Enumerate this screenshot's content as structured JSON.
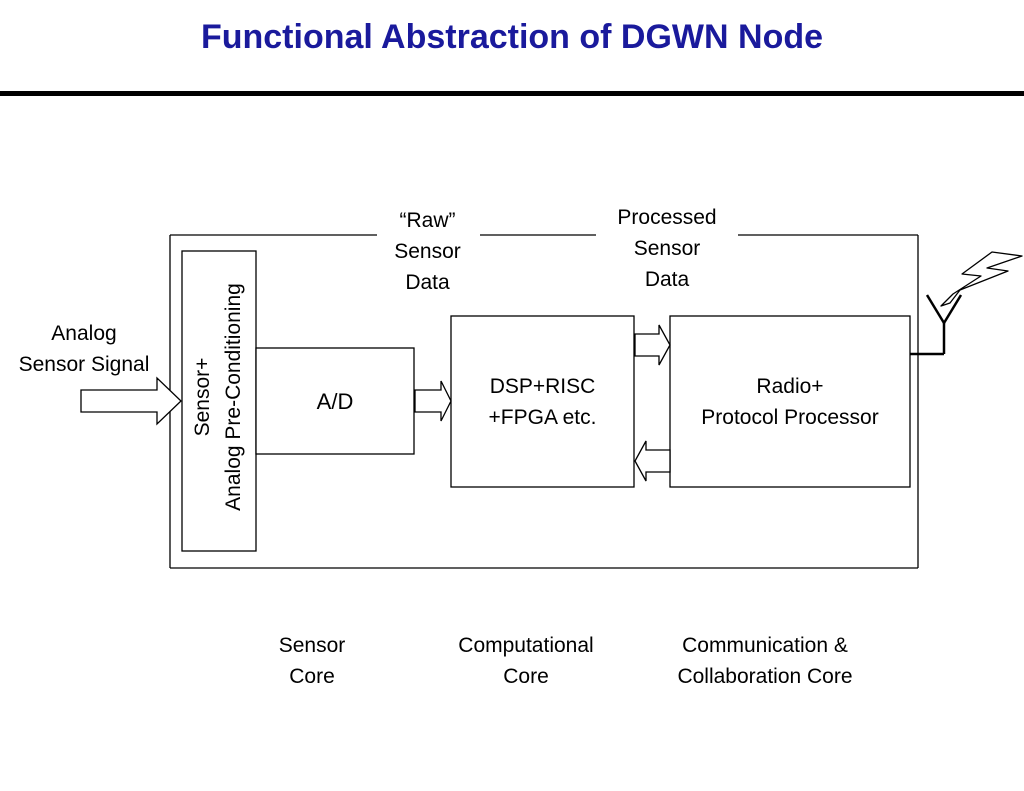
{
  "slide": {
    "title": "Functional Abstraction of DGWN Node"
  },
  "diagram": {
    "input_label": "Analog\nSensor Signal",
    "preconditioning_label": "Sensor+\nAnalog Pre-Conditioning",
    "ad_label": "A/D",
    "dsp_label": "DSP+RISC\n+FPGA etc.",
    "radio_label": "Radio+\nProtocol Processor",
    "raw_data_label": "“Raw”\nSensor\nData",
    "processed_data_label": "Processed\nSensor\nData",
    "sensor_core_label": "Sensor\nCore",
    "computational_core_label": "Computational\nCore",
    "communication_core_label": "Communication &\nCollaboration Core",
    "antenna_icon": "antenna-icon",
    "wireless_signal_icon": "lightning-bolt-icon"
  }
}
